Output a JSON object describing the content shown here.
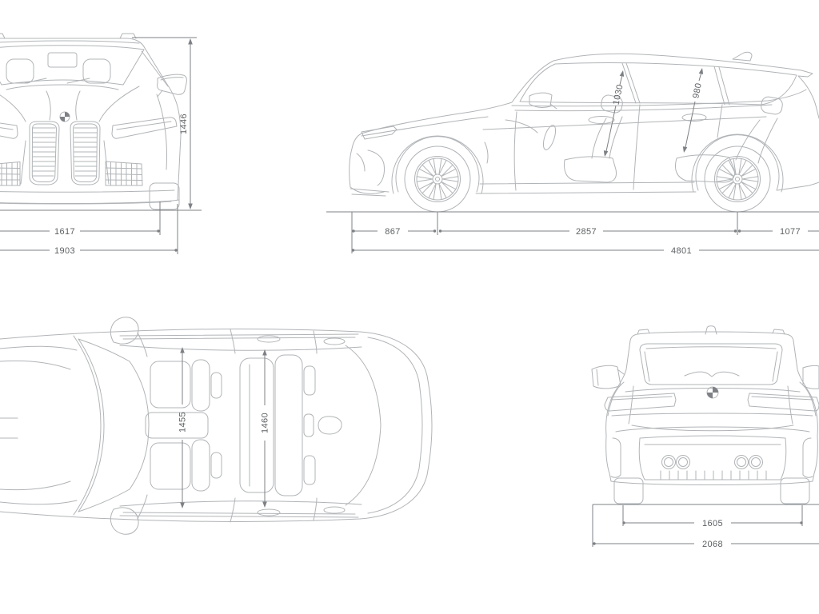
{
  "colors": {
    "car_line": "#b1b4b7",
    "dim_line": "#7d8084",
    "dim_text": "#5d6063",
    "background": "#ffffff"
  },
  "dims": {
    "front_height": "1446",
    "front_track_width": "1617",
    "front_overall_width": "1903",
    "side_front_interior_height": "1030",
    "side_rear_interior_height": "980",
    "side_front_overhang": "867",
    "side_wheelbase": "2857",
    "side_rear_overhang": "1077",
    "side_overall_length": "4801",
    "top_front_shoulder_width": "1455",
    "top_rear_shoulder_width": "1460",
    "rear_track_width": "1605",
    "rear_overall_width_incl_mirrors": "2068"
  }
}
